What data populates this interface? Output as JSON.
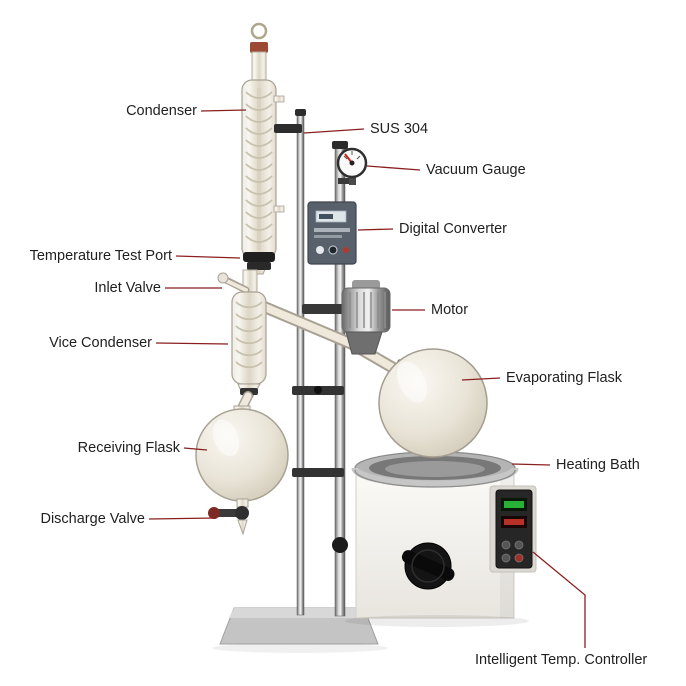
{
  "labels": {
    "condenser": "Condenser",
    "sus_304": "SUS 304",
    "vacuum_gauge": "Vacuum Gauge",
    "digital_converter": "Digital Converter",
    "temperature_test_port": "Temperature Test Port",
    "inlet_valve": "Inlet Valve",
    "motor": "Motor",
    "vice_condenser": "Vice Condenser",
    "evaporating_flask": "Evaporating Flask",
    "receiving_flask": "Receiving Flask",
    "heating_bath": "Heating Bath",
    "discharge_valve": "Discharge Valve",
    "intelligent_temp_controller": "Intelligent Temp. Controller"
  },
  "colors": {
    "leader_line": "#8a1f1f",
    "label_text": "#1f1f1f"
  }
}
